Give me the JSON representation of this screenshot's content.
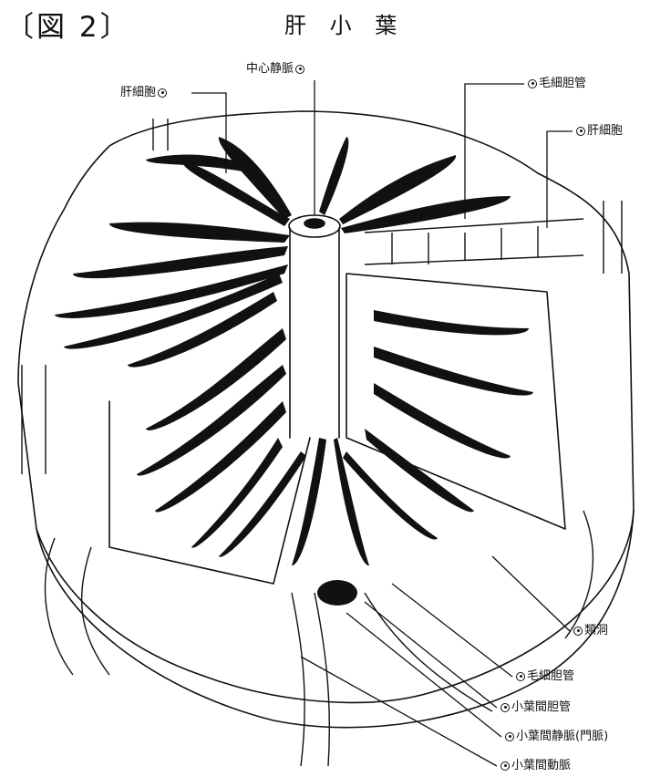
{
  "header": {
    "figure_number": "〔図 2〕",
    "title": "肝 小 葉"
  },
  "labels": {
    "central_vein": "中心静脈",
    "hepatocyte_left": "肝細胞",
    "bile_canaliculus_top": "毛細胆管",
    "hepatocyte_right": "肝細胞",
    "sinusoid": "類洞",
    "bile_canaliculus_bottom": "毛細胆管",
    "interlobular_bile_duct": "小葉間胆管",
    "interlobular_vein": "小葉間静脈(門脈)",
    "interlobular_artery": "小葉間動脈"
  },
  "colors": {
    "ink": "#111111",
    "paper": "#ffffff"
  }
}
